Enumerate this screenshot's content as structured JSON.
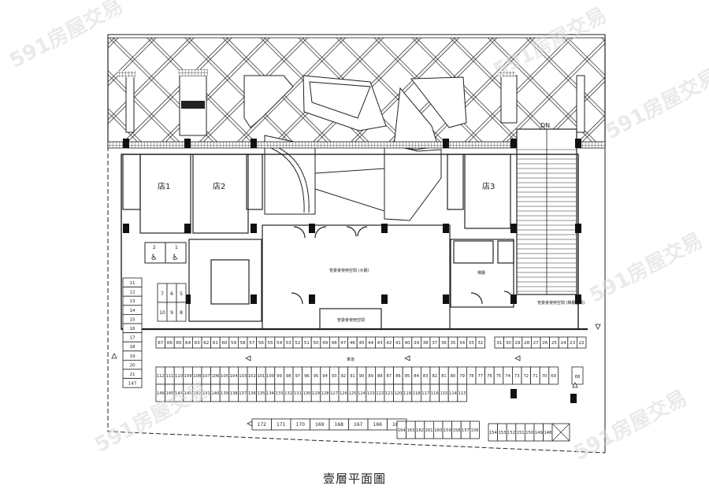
{
  "caption": "壹層平面圖",
  "watermark": "591房屋交易",
  "stairs_label": "DN",
  "shops": [
    "店1",
    "店2",
    "店3"
  ],
  "small_room_label": "梯廳",
  "lobby_label": "管委會使用空間\n(大廳)",
  "lobby_small_label": "管委會使用空間",
  "mgmt_right_label": "管委會使用空間\n(梯廳空間)",
  "driveway_label": "車道",
  "accessible_spaces": [
    "2",
    "1"
  ],
  "moto_grid": [
    [
      "7",
      "6",
      "5"
    ],
    [
      "10",
      "9",
      "8"
    ]
  ],
  "left_column": [
    "11",
    "12",
    "13",
    "14",
    "15",
    "16",
    "17",
    "18",
    "19",
    "20",
    "21",
    "147"
  ],
  "row_a": [
    "67",
    "66",
    "65",
    "64",
    "63",
    "62",
    "61",
    "60",
    "59",
    "58",
    "57",
    "56",
    "55",
    "54",
    "53",
    "52",
    "51",
    "50",
    "49",
    "48",
    "47",
    "46",
    "45",
    "44",
    "43",
    "42",
    "41",
    "40",
    "39",
    "38",
    "37",
    "36",
    "35",
    "34",
    "33",
    "32"
  ],
  "row_a_right": [
    "31",
    "30",
    "29",
    "28",
    "27",
    "26",
    "25",
    "24",
    "23",
    "22"
  ],
  "row_b": [
    "112",
    "111",
    "110",
    "109",
    "108",
    "107",
    "106",
    "105",
    "104",
    "103",
    "102",
    "101",
    "100",
    "99",
    "98",
    "97",
    "96",
    "95",
    "94",
    "93",
    "92",
    "91",
    "90",
    "89",
    "88",
    "87",
    "86",
    "85",
    "84",
    "83",
    "82",
    "81",
    "80",
    "79",
    "78",
    "77",
    "76",
    "75",
    "74",
    "73",
    "72",
    "71",
    "70",
    "69"
  ],
  "row_b_end": "68",
  "row_c": [
    "146",
    "145",
    "144",
    "143",
    "142",
    "141",
    "140",
    "139",
    "138",
    "137",
    "136",
    "135",
    "134",
    "133",
    "132",
    "131",
    "130",
    "129",
    "128",
    "127",
    "126",
    "125",
    "124",
    "123",
    "122",
    "121",
    "120",
    "119",
    "118",
    "117",
    "116",
    "115",
    "114",
    "113"
  ],
  "row_d": [
    "172",
    "171",
    "170",
    "169",
    "168",
    "167",
    "166",
    "165"
  ],
  "row_e": [
    "164",
    "163",
    "162",
    "161",
    "160",
    "159",
    "158",
    "157",
    "156"
  ],
  "row_f": [
    "154",
    "153",
    "152",
    "151",
    "150",
    "149",
    "148"
  ],
  "colors": {
    "line": "#222222",
    "pillar": "#111111",
    "hatch": "#333333",
    "watermark": "#d0d0d0"
  }
}
